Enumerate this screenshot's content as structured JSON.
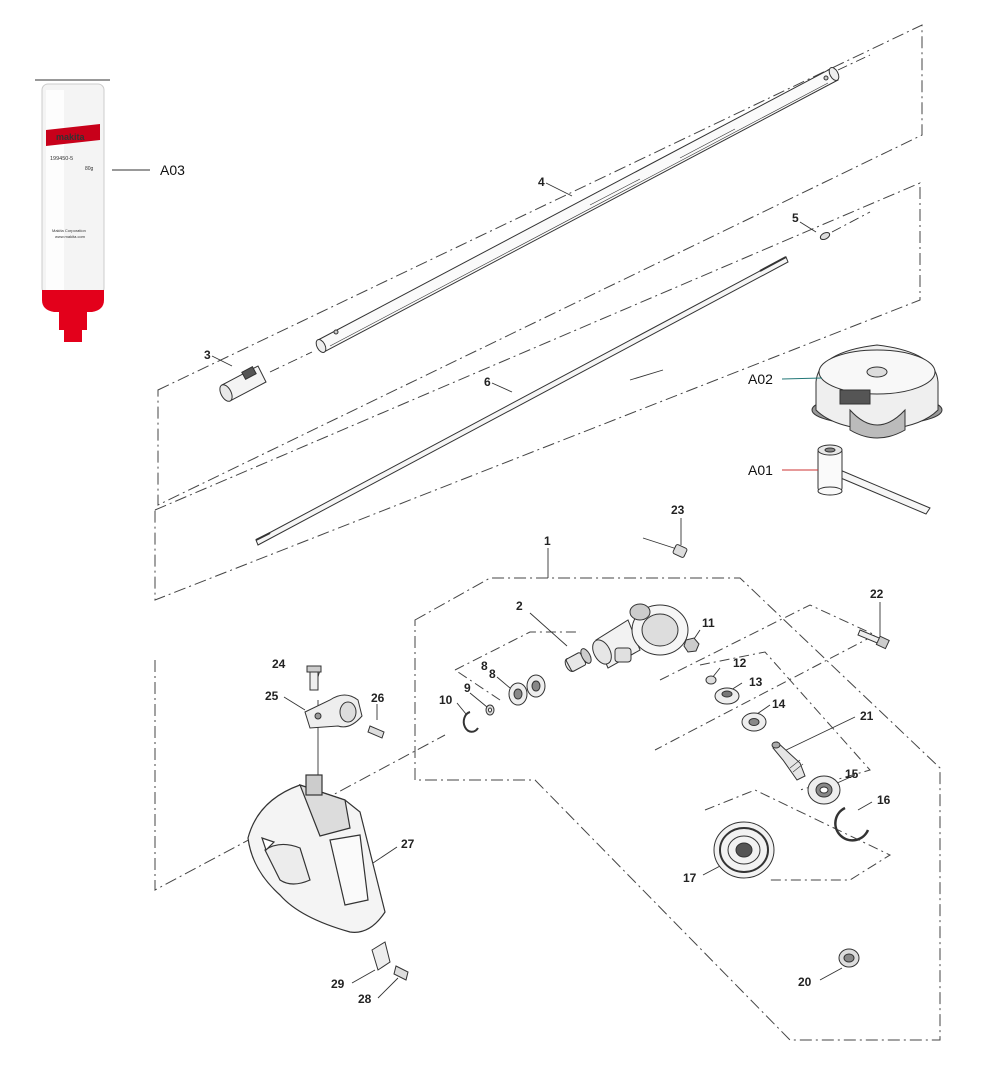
{
  "callouts": {
    "c1": "1",
    "c2": "2",
    "c3": "3",
    "c4": "4",
    "c5": "5",
    "c6": "6",
    "c8a": "8",
    "c8b": "8",
    "c9": "9",
    "c10": "10",
    "c11": "11",
    "c12": "12",
    "c13": "13",
    "c14": "14",
    "c15": "15",
    "c16": "16",
    "c17": "17",
    "c20": "20",
    "c21": "21",
    "c22": "22",
    "c23": "23",
    "c24": "24",
    "c25": "25",
    "c26": "26",
    "c27": "27",
    "c28": "28",
    "c29": "29",
    "a01": "A01",
    "a02": "A02",
    "a03": "A03"
  },
  "grease_tube": {
    "brand": "makita",
    "part_no": "199450-5",
    "weight": "80g",
    "maker_line1": "Makita Corporation",
    "maker_line2": "www.makita.com"
  },
  "colors": {
    "line": "#2a2a2a",
    "tube_red": "#e3001b",
    "label_text": "#222222"
  }
}
